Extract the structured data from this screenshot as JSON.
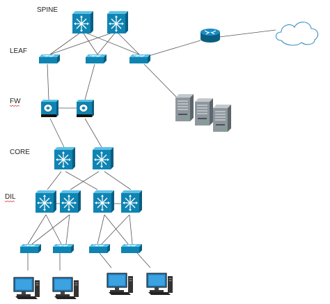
{
  "tier_labels": {
    "spine": "SPINE",
    "leaf": "LEAF",
    "fw": "FW",
    "core": "CORE",
    "dil": "DIL"
  },
  "spellcheck_flagged": [
    "fw",
    "dil"
  ],
  "colors": {
    "device_face": "#0f84b3",
    "device_top": "#5cc0e6",
    "device_side": "#0a5d80",
    "link": "#555555",
    "cloud_stroke": "#3a8fc0",
    "server_body": "#8e979e",
    "monitor": "#1b7fc0",
    "pc_tower": "#333333",
    "spellcheck_underline": "#e02020"
  },
  "icons": {
    "spine": "layer3-switch-icon",
    "leaf": "workgroup-switch-icon",
    "fw": "firewall-icon",
    "core": "layer3-switch-icon",
    "dil": "layer3-switch-icon",
    "access": "workgroup-switch-icon",
    "router": "router-icon",
    "cloud": "cloud-icon",
    "server": "server-icon",
    "pc": "desktop-pc-icon"
  }
}
